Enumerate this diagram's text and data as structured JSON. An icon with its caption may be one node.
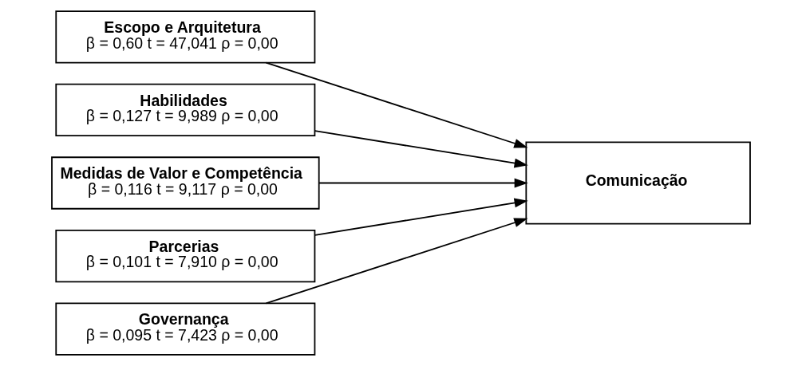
{
  "diagram": {
    "nodes": [
      {
        "text": [
          "Escopo e Arquitetura",
          "β = 0,60 t = 47,041 ρ = 0,00"
        ]
      },
      {
        "text": [
          "Habilidades",
          "β = 0,127 t = 9,989 ρ = 0,00"
        ]
      },
      {
        "text": [
          "Medidas de Valor e Competência",
          "β = 0,116 t = 9,117 ρ = 0,00"
        ]
      },
      {
        "text": [
          "Parcerias",
          "β = 0,101 t = 7,910 ρ = 0,00"
        ]
      },
      {
        "text": [
          "Governança",
          "β = 0,095 t = 7,423 ρ = 0,00"
        ]
      },
      {
        "text": [
          "Comunicação"
        ]
      }
    ],
    "edges": [
      {
        "from": 0,
        "to": 5,
        "arrow": "to"
      },
      {
        "from": 1,
        "to": 5,
        "arrow": "to"
      },
      {
        "from": 2,
        "to": 5,
        "arrow": "to"
      },
      {
        "from": 3,
        "to": 5,
        "arrow": "to"
      },
      {
        "from": 4,
        "to": 5,
        "arrow": "to"
      }
    ]
  }
}
